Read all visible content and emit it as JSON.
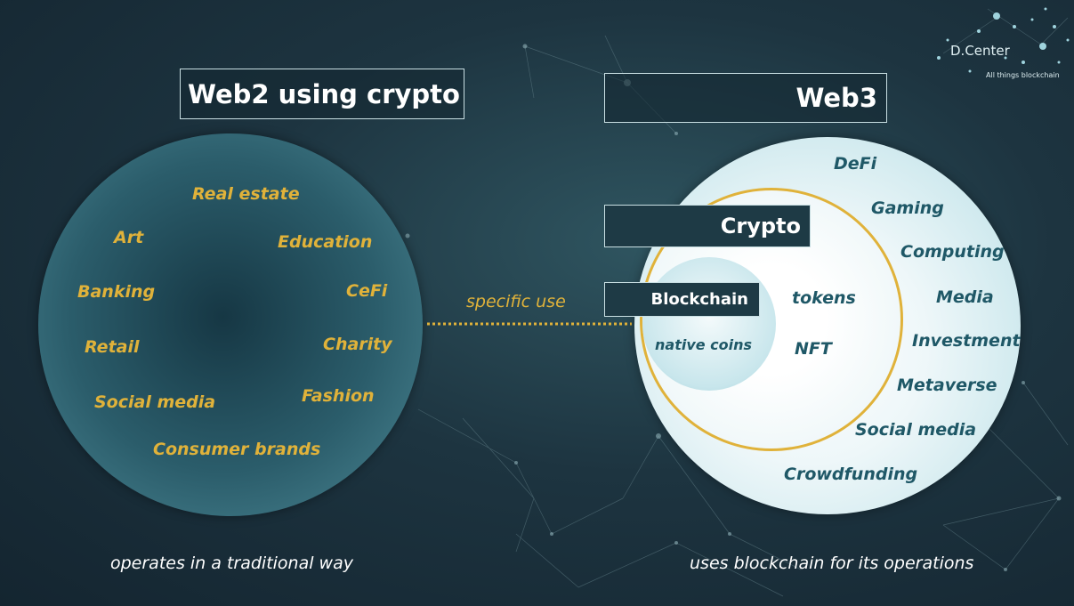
{
  "logo": {
    "name": "D.Center",
    "tagline": "All things blockchain"
  },
  "left": {
    "title": "Web2 using crypto",
    "items": [
      "Real estate",
      "Art",
      "Education",
      "Banking",
      "CeFi",
      "Retail",
      "Charity",
      "Social media",
      "Fashion",
      "Consumer brands"
    ],
    "caption": "operates in a traditional way"
  },
  "connector": {
    "label": "specific use"
  },
  "right": {
    "title": "Web3",
    "crypto_label": "Crypto",
    "blockchain_label": "Blockchain",
    "inner_items": [
      "native coins",
      "tokens",
      "NFT"
    ],
    "outer_items": [
      "DeFi",
      "Gaming",
      "Computing",
      "Media",
      "Investment",
      "Metaverse",
      "Social media",
      "Crowdfunding"
    ],
    "caption": "uses blockchain for its operations"
  },
  "colors": {
    "gold": "#e0b23a",
    "teal_text": "#1f5867",
    "box_bg": "#1e3a45"
  }
}
